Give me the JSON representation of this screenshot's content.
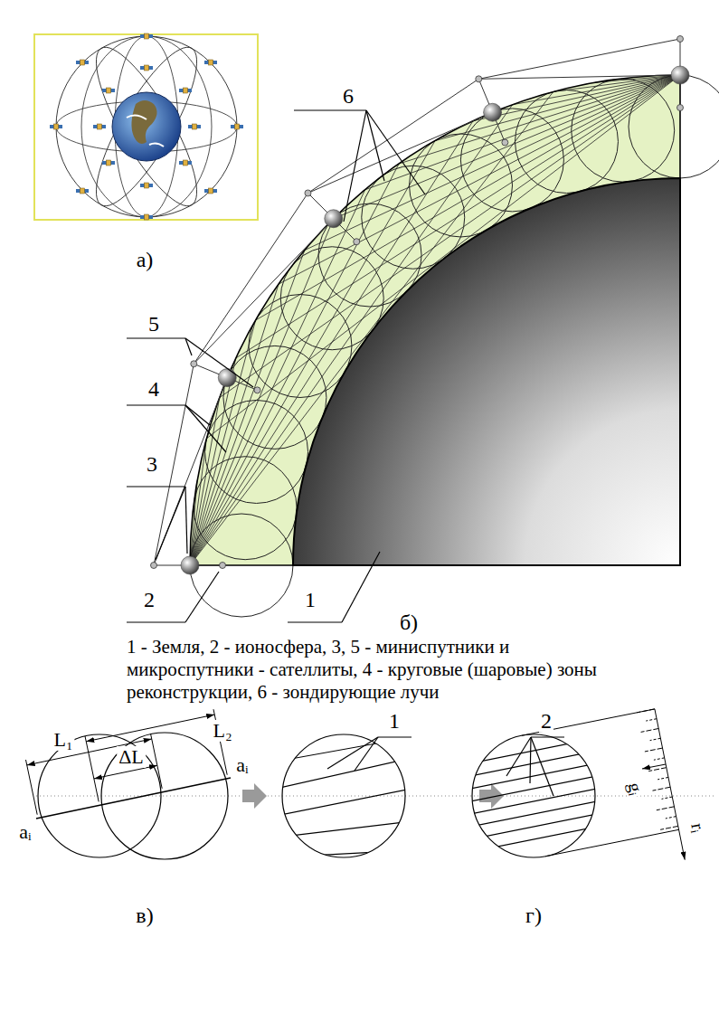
{
  "diagram": {
    "caption": "1 - Земля, 2 - ионосфера, 3, 5 - миниспутники и микроспутники - сателлиты, 4 - круговые (шаровые) зоны реконструкции, 6 - зондирующие лучи",
    "labels": [
      "а)",
      "6",
      "5",
      "4",
      "3",
      "2",
      "1",
      "б)",
      "L₁",
      "L₂",
      "ΔL",
      "aᵢ",
      "aᵢ",
      "1",
      "2",
      "gᵢ",
      "rᵢ",
      "в)",
      "г)"
    ]
  }
}
